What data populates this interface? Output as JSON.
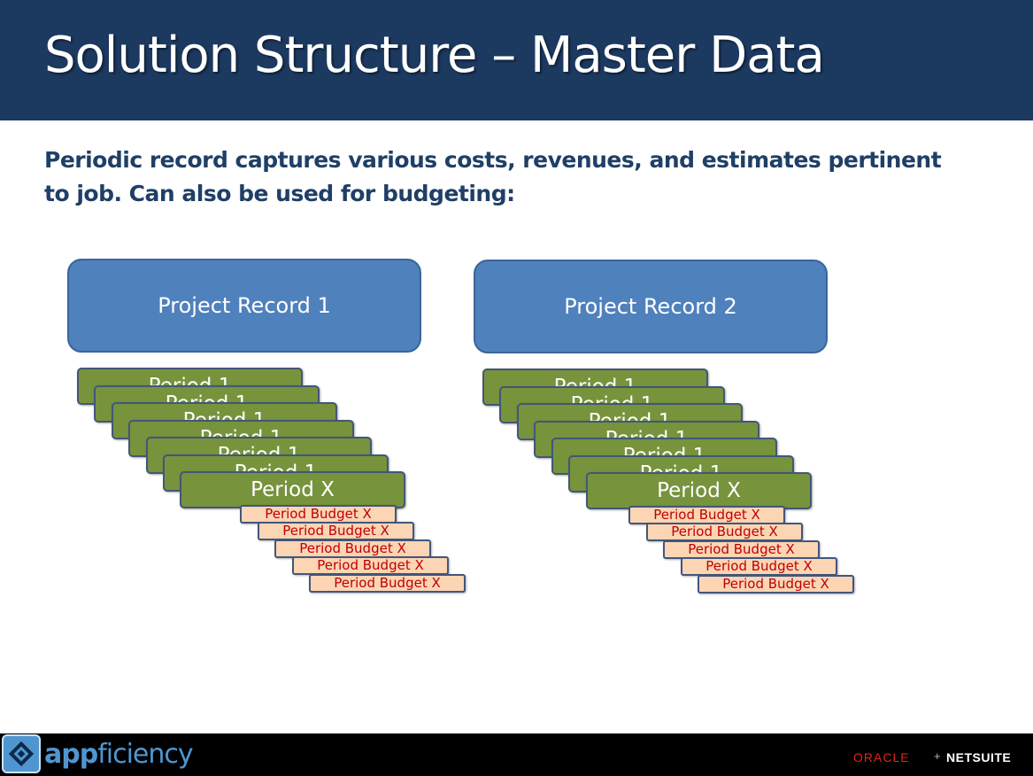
{
  "slide": {
    "title": "Solution Structure – Master Data",
    "subtitle": "Periodic record captures various costs, revenues, and estimates pertinent to job.  Can also be used for budgeting:"
  },
  "diagram": {
    "groups": [
      {
        "project": "Project Record 1",
        "periods": [
          "Period 1",
          "Period 1",
          "Period 1",
          "Period 1",
          "Period 1",
          "Period 1",
          "Period X"
        ],
        "budgets": [
          "Period Budget X",
          "Period Budget X",
          "Period Budget X",
          "Period Budget X",
          "Period Budget X"
        ]
      },
      {
        "project": "Project Record 2",
        "periods": [
          "Period 1",
          "Period 1",
          "Period 1",
          "Period 1",
          "Period 1",
          "Period 1",
          "Period X"
        ],
        "budgets": [
          "Period Budget X",
          "Period Budget X",
          "Period Budget X",
          "Period Budget X",
          "Period Budget X"
        ]
      }
    ]
  },
  "footer": {
    "brand": "appficiency",
    "brand_prefix": "app",
    "brand_suffix": "ficiency",
    "partner_oracle": "ORACLE",
    "partner_plus": "+",
    "partner_netsuite": "NETSUITE"
  }
}
